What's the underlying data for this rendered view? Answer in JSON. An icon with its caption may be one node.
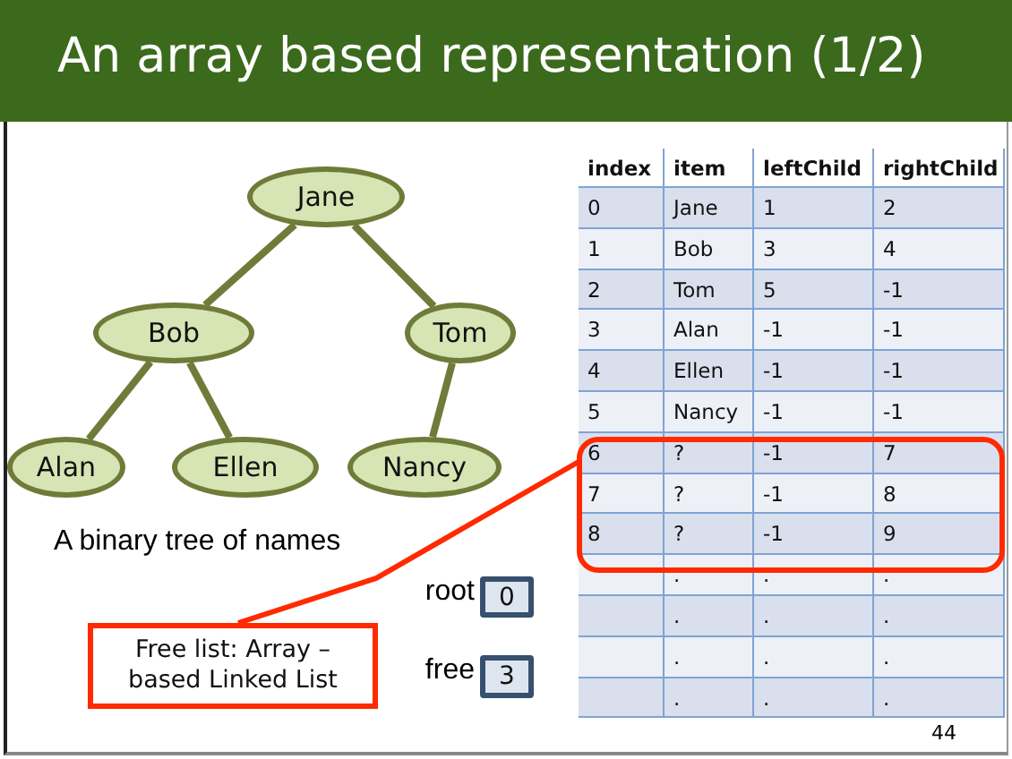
{
  "diagram": {
    "title": "An array based representation (1/2)",
    "nodes": [
      {
        "text": [
          "Jane"
        ]
      },
      {
        "text": [
          "Bob"
        ]
      },
      {
        "text": [
          "Tom"
        ]
      },
      {
        "text": [
          "Alan"
        ]
      },
      {
        "text": [
          "Ellen"
        ]
      },
      {
        "text": [
          "Nancy"
        ]
      },
      {
        "text": [
          "Free list: Array – based Linked List"
        ]
      },
      {
        "text": [],
        "shape": "box"
      },
      {
        "text": [
          "0"
        ],
        "beside": [
          "root"
        ]
      },
      {
        "text": [
          "3"
        ],
        "beside": [
          "free"
        ]
      }
    ],
    "edges": [
      {
        "from": 0,
        "to": 1,
        "arrow": "none"
      },
      {
        "from": 0,
        "to": 2,
        "arrow": "none"
      },
      {
        "from": 1,
        "to": 3,
        "arrow": "none"
      },
      {
        "from": 1,
        "to": 4,
        "arrow": "none"
      },
      {
        "from": 2,
        "to": 5,
        "arrow": "none"
      },
      {
        "from": 6,
        "to": 7,
        "arrow": "none",
        "color": "#ff2a00"
      }
    ],
    "labels": [
      "A binary tree of names",
      "index",
      "item",
      "leftChild",
      "rightChild",
      "0",
      "Jane",
      "1",
      "2",
      "1",
      "Bob",
      "3",
      "4",
      "2",
      "Tom",
      "5",
      "-1",
      "3",
      "Alan",
      "-1",
      "-1",
      "4",
      "Ellen",
      "-1",
      "-1",
      "5",
      "Nancy",
      "-1",
      "-1",
      "6",
      "?",
      "-1",
      "7",
      "7",
      "?",
      "-1",
      "8",
      "8",
      "?",
      "-1",
      "9",
      ".",
      ".",
      ".",
      ".",
      ".",
      ".",
      ".",
      ".",
      ".",
      ".",
      ".",
      ".",
      "44"
    ]
  }
}
